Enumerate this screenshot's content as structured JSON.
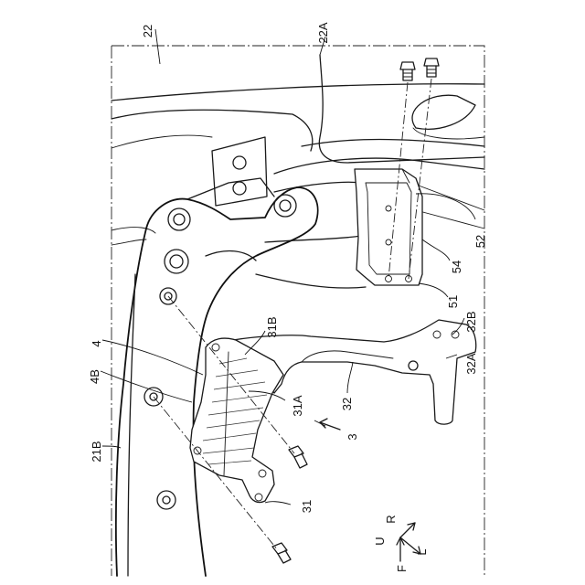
{
  "labels": {
    "l22": "22",
    "l22A": "22A",
    "l52": "52",
    "l54": "54",
    "l51": "51",
    "l31B": "31B",
    "l32B": "32B",
    "l4": "4",
    "l4B": "4B",
    "l32A": "32A",
    "l32": "32",
    "l31A": "31A",
    "l3": "3",
    "l21B": "21B",
    "l31": "31"
  },
  "compass": {
    "up": "U",
    "rear": "R",
    "front": "F",
    "left": "L"
  }
}
